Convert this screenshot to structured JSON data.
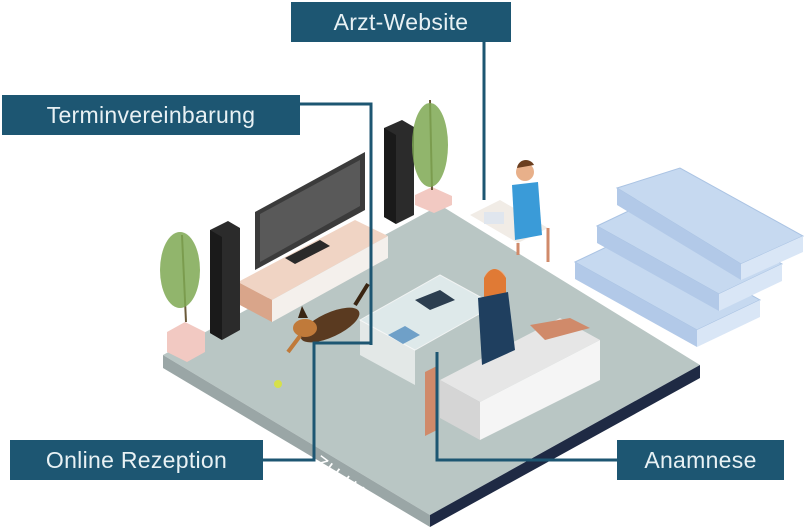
{
  "labels": {
    "arzt_website": "Arzt-Website",
    "terminvereinbarung": "Terminvereinbarung",
    "online_rezeption": "Online Rezeption",
    "anamnese": "Anamnese"
  },
  "floor_text": "ZU HAUSE",
  "colors": {
    "label_bg": "#1d5672",
    "floor": "#b9c6c4",
    "floor_edge": "#1f2a44",
    "stairs": "#c6d9f0"
  }
}
